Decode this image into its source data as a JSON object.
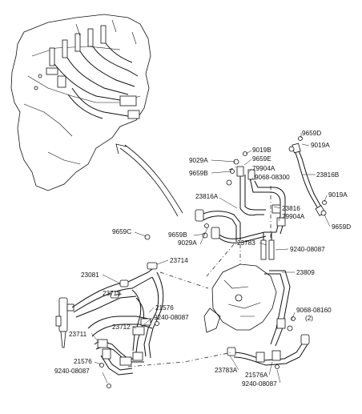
{
  "labels": {
    "p9659D_top": "9659D",
    "p9019B": "9019B",
    "p9019A_top": "9019A",
    "p9029A_top": "9029A",
    "p9659E": "9659E",
    "p9659B_top": "9659B",
    "p79904A_top": "79904A",
    "p9068_08300": "9068-08300",
    "p23816B": "23816B",
    "p23816A": "23816A",
    "p9019A_right": "9019A",
    "p23816": "23816",
    "p79904A_mid": "79904A",
    "p9659D_right": "9659D",
    "p9659C": "9659C",
    "p9659B_mid": "9659B",
    "p9029A_mid": "9029A",
    "p23783": "23783",
    "p9240_08087_right": "9240-08087",
    "p23714": "23714",
    "p23081": "23081",
    "p23713": "23713",
    "p23809": "23809",
    "p9068_08160": "9068-08160",
    "p9068_qty": "(2)",
    "p21576": "21576",
    "p9240_08087_mid": "9240-08087",
    "p23712": "23712",
    "p23711": "23711",
    "p21576_left": "21576",
    "p9240_08087_left": "9240-08087",
    "p23783A": "23783A",
    "p21576A": "21576A",
    "p9240_08087_bottom": "9240-08087"
  }
}
